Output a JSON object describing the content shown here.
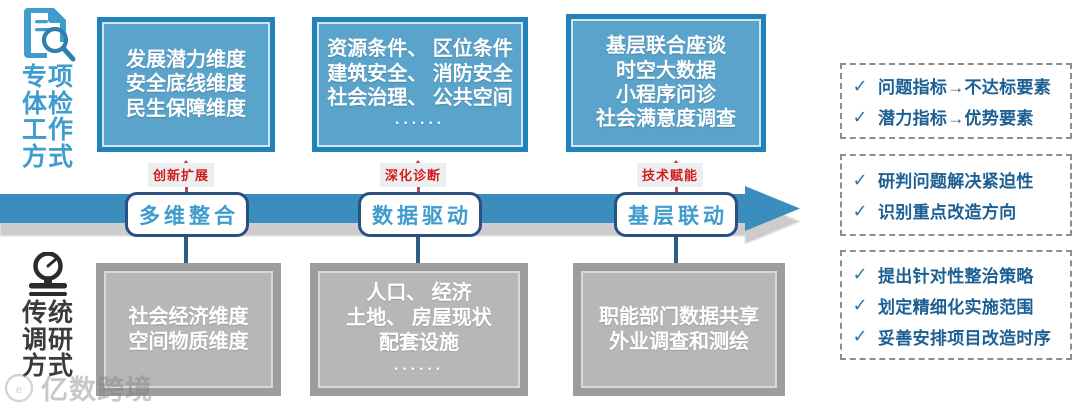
{
  "rails": {
    "top": {
      "icon": "document-search-icon",
      "title": "专项\n体检\n工作\n方式",
      "color": "#3f9ccc"
    },
    "bottom": {
      "icon": "gauge-stamp-icon",
      "title": "传统\n调研\n方式",
      "color": "#3b3b3b"
    }
  },
  "top_cards": [
    {
      "lines": [
        "发展潜力维度",
        "安全底线维度",
        "民生保障维度"
      ],
      "dots": ""
    },
    {
      "lines": [
        "资源条件、 区位条件",
        "建筑安全、 消防安全",
        "社会治理、 公共空间"
      ],
      "dots": "······"
    },
    {
      "lines": [
        "基层联合座谈",
        "时空大数据",
        "小程序问诊",
        "社会满意度调查"
      ],
      "dots": ""
    }
  ],
  "red_labels": [
    {
      "text": "创新扩展"
    },
    {
      "text": "深化诊断"
    },
    {
      "text": "技术赋能"
    }
  ],
  "pills": [
    {
      "text": "多维整合"
    },
    {
      "text": "数据驱动"
    },
    {
      "text": "基层联动"
    }
  ],
  "bottom_cards": [
    {
      "lines": [
        "社会经济维度",
        "空间物质维度"
      ],
      "dots": ""
    },
    {
      "lines": [
        "人口、 经济",
        "土地、 房屋现状",
        "配套设施"
      ],
      "dots": "······"
    },
    {
      "lines": [
        "职能部门数据共享",
        "外业调查和测绘"
      ],
      "dots": ""
    }
  ],
  "panels": [
    {
      "rows": [
        {
          "check": "✓",
          "text": "问题指标→不达标要素"
        },
        {
          "check": "✓",
          "text": "潜力指标→优势要素"
        }
      ]
    },
    {
      "rows": [
        {
          "check": "✓",
          "text": "研判问题解决紧迫性"
        },
        {
          "check": "✓",
          "text": "识别重点改造方向"
        }
      ]
    },
    {
      "rows": [
        {
          "check": "✓",
          "text": "提出针对性整治策略"
        },
        {
          "check": "✓",
          "text": "划定精细化实施范围"
        },
        {
          "check": "✓",
          "text": "妥善安排项目改造时序"
        }
      ]
    }
  ],
  "watermark": {
    "logo": "circle-logo-icon",
    "text": "亿数跨境"
  },
  "colors": {
    "card_blue_border": "#2283bb",
    "card_blue_fill": "#5aa3cb",
    "band_blue": "#3a8dbd",
    "band_gray": "#cccccc",
    "pill_border": "#2b4f81",
    "pill_text": "#3f9ccc",
    "red_label": "#d11b1b",
    "connector_red": "#b5485c",
    "connector_blue": "#2b5e86",
    "gray_card_border": "#9d9d9d",
    "gray_card_fill": "#b7b7b7",
    "panel_text": "#1c5f93",
    "panel_dash": "#8d8d8d"
  }
}
